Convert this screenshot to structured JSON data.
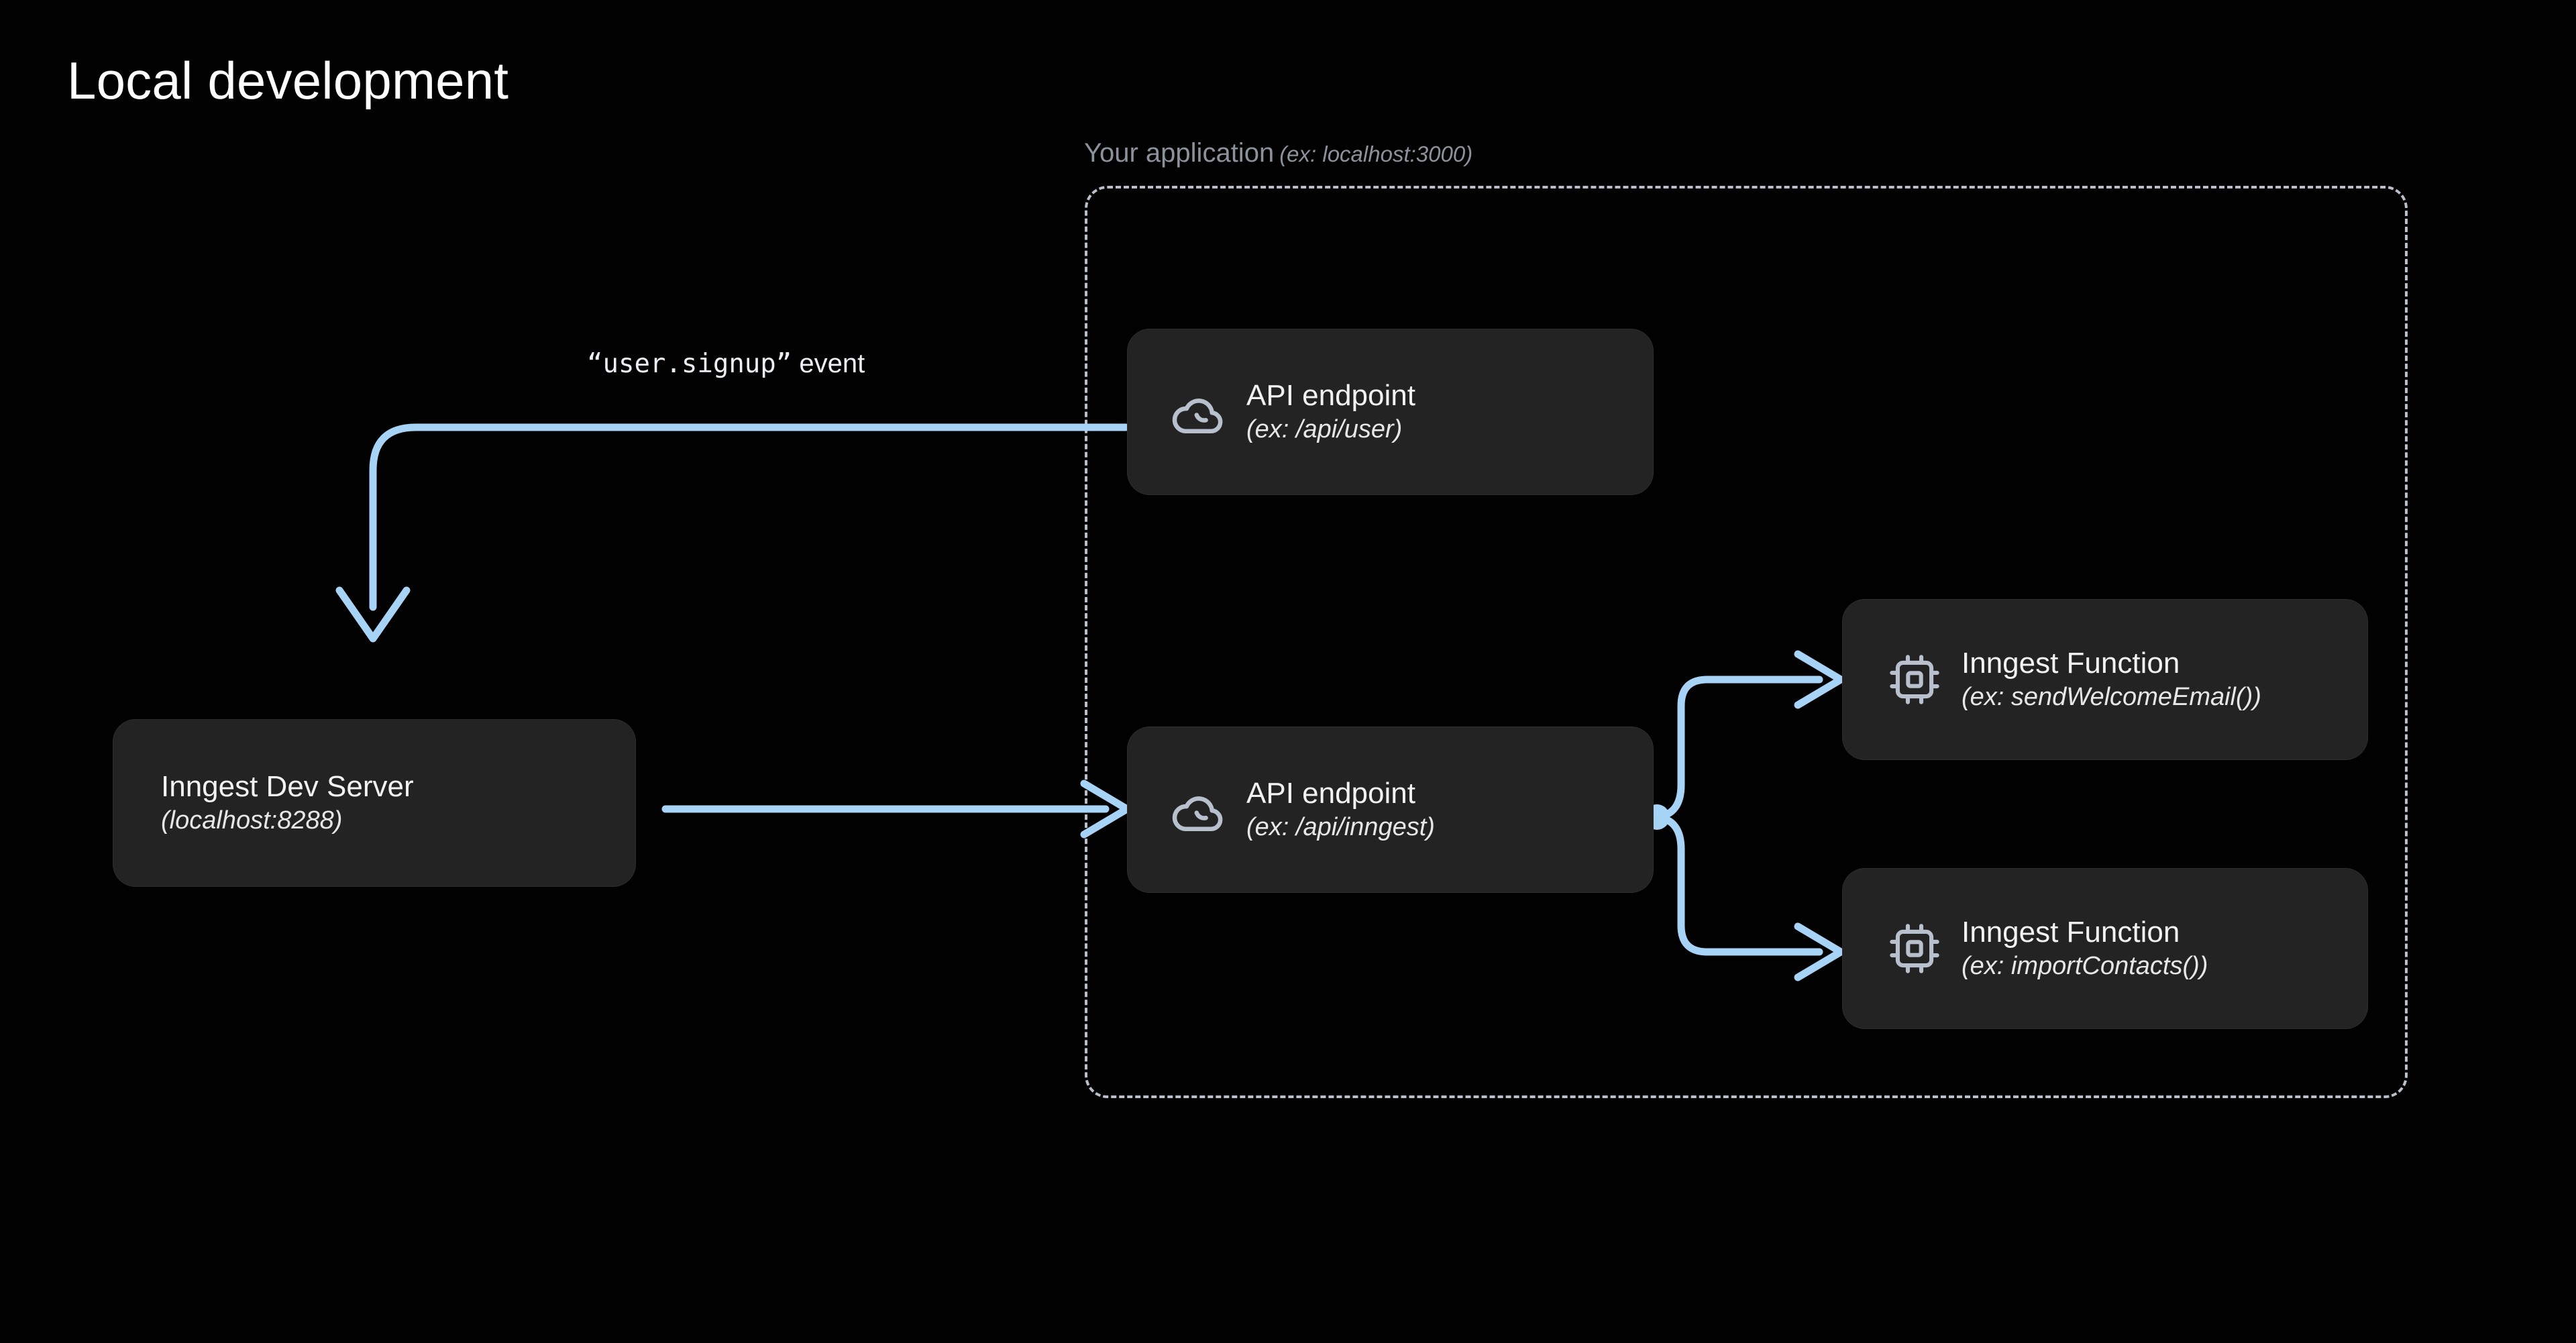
{
  "page": {
    "title": "Local development",
    "background_color": "#010101"
  },
  "colors": {
    "accent_blue": "#a7d3f7",
    "node_fill": "#232323",
    "dashed_border": "#b9c0cb",
    "muted_text": "#8c929c",
    "icon_color": "#b7c0cc"
  },
  "group": {
    "label": "Your application",
    "sublabel": "(ex: localhost:3000)"
  },
  "nodes": [
    {
      "id": "dev-server",
      "icon": null,
      "title": "Inngest Dev Server",
      "sub": "(localhost:8288)"
    },
    {
      "id": "api-user",
      "icon": "cloud-icon",
      "title": "API endpoint",
      "sub": "(ex: /api/user)"
    },
    {
      "id": "api-inngest",
      "icon": "cloud-icon",
      "title": "API endpoint",
      "sub": "(ex: /api/inngest)"
    },
    {
      "id": "fn-welcome",
      "icon": "chip-icon",
      "title": "Inngest Function",
      "sub": "(ex: sendWelcomeEmail())"
    },
    {
      "id": "fn-import",
      "icon": "chip-icon",
      "title": "Inngest Function",
      "sub": "(ex: importContacts())"
    }
  ],
  "edges": {
    "event_label_code": "“user.signup”",
    "event_label_word": "event"
  }
}
